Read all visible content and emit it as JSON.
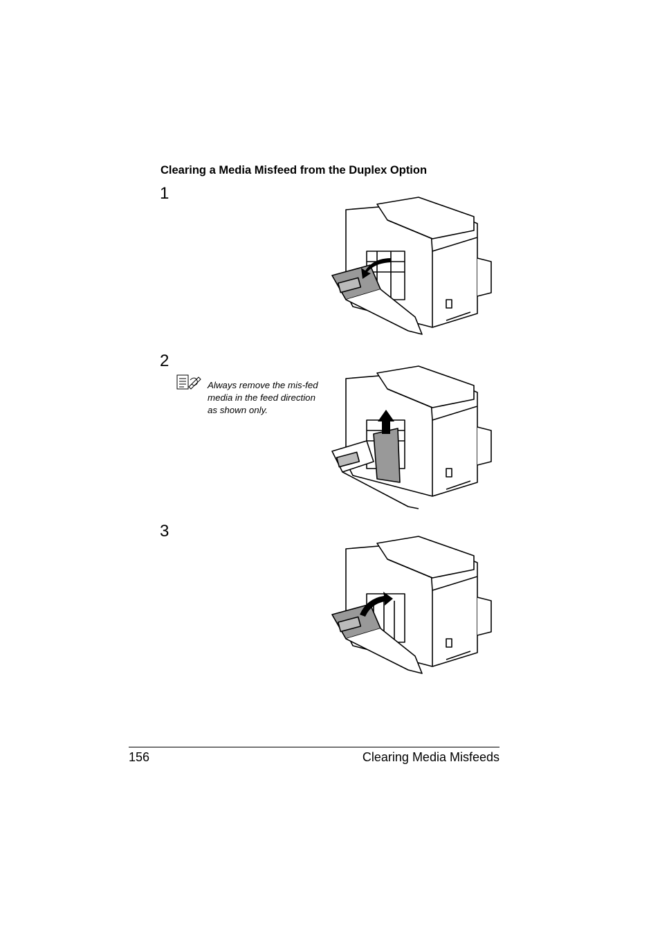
{
  "heading": "Clearing a Media Misfeed from the Duplex Option",
  "steps": [
    {
      "number": "1"
    },
    {
      "number": "2",
      "note": "Always remove the mis-fed media in the feed direction as shown only."
    },
    {
      "number": "3"
    }
  ],
  "footer": {
    "page_number": "156",
    "section_title": "Clearing Media Misfeeds"
  }
}
